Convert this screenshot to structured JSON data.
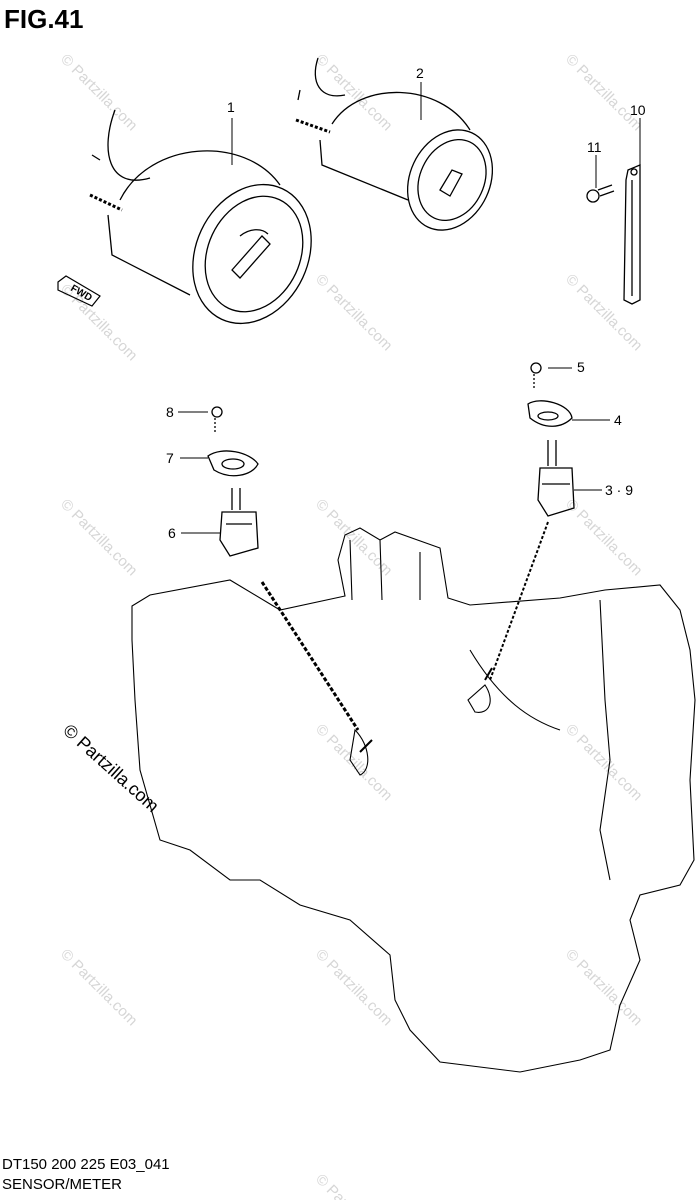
{
  "figure": {
    "title": "FIG.41"
  },
  "callouts": [
    {
      "id": "1",
      "label": "1"
    },
    {
      "id": "2",
      "label": "2"
    },
    {
      "id": "3_9",
      "label": "3 · 9"
    },
    {
      "id": "4",
      "label": "4"
    },
    {
      "id": "5",
      "label": "5"
    },
    {
      "id": "6",
      "label": "6"
    },
    {
      "id": "7",
      "label": "7"
    },
    {
      "id": "8",
      "label": "8"
    },
    {
      "id": "10",
      "label": "10"
    },
    {
      "id": "11",
      "label": "11"
    }
  ],
  "direction_marker": {
    "label": "FWD"
  },
  "watermark": {
    "text": "© Partzilla.com"
  },
  "footer": {
    "model": "DT150 200 225 E03_041",
    "subtitle": "SENSOR/METER"
  }
}
